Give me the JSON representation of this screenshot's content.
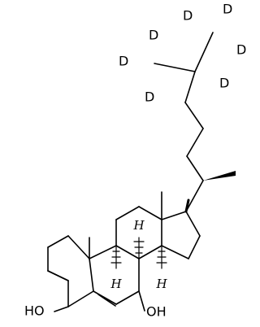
{
  "molecule": {
    "atoms": {
      "deuterium": "D",
      "hydroxyl": "HO",
      "hydroxyl_right": "OH",
      "stereo_h": "H"
    }
  }
}
